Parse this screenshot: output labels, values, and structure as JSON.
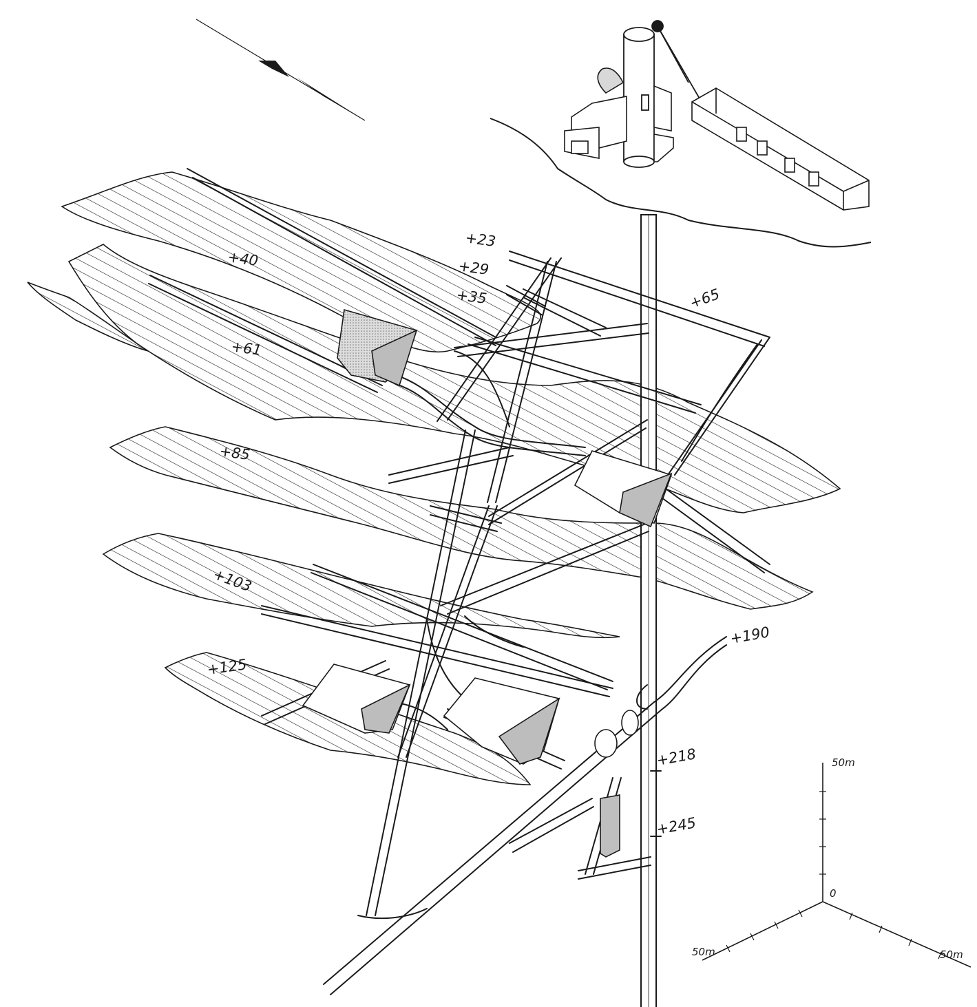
{
  "colors": {
    "ink": "#1a1a1a",
    "hatch": "#2b2b2b",
    "shade": "#cfcfcf",
    "paper": "#ffffff"
  },
  "icons": {
    "north_arrow": "compass-needle-icon",
    "headframe": "headframe-icon"
  },
  "levels": [
    {
      "id": "l23",
      "label": "+23"
    },
    {
      "id": "l29",
      "label": "+29"
    },
    {
      "id": "l35",
      "label": "+35"
    },
    {
      "id": "l40",
      "label": "+40"
    },
    {
      "id": "l61",
      "label": "+61"
    },
    {
      "id": "l65",
      "label": "+65"
    },
    {
      "id": "l85",
      "label": "+85"
    },
    {
      "id": "l103",
      "label": "+103"
    },
    {
      "id": "l125",
      "label": "+125"
    },
    {
      "id": "l190",
      "label": "+190"
    },
    {
      "id": "l218",
      "label": "+218"
    },
    {
      "id": "l245",
      "label": "+245"
    }
  ],
  "scale": {
    "vertical": "50m",
    "left": "50m",
    "right": "50m",
    "origin": "0"
  }
}
